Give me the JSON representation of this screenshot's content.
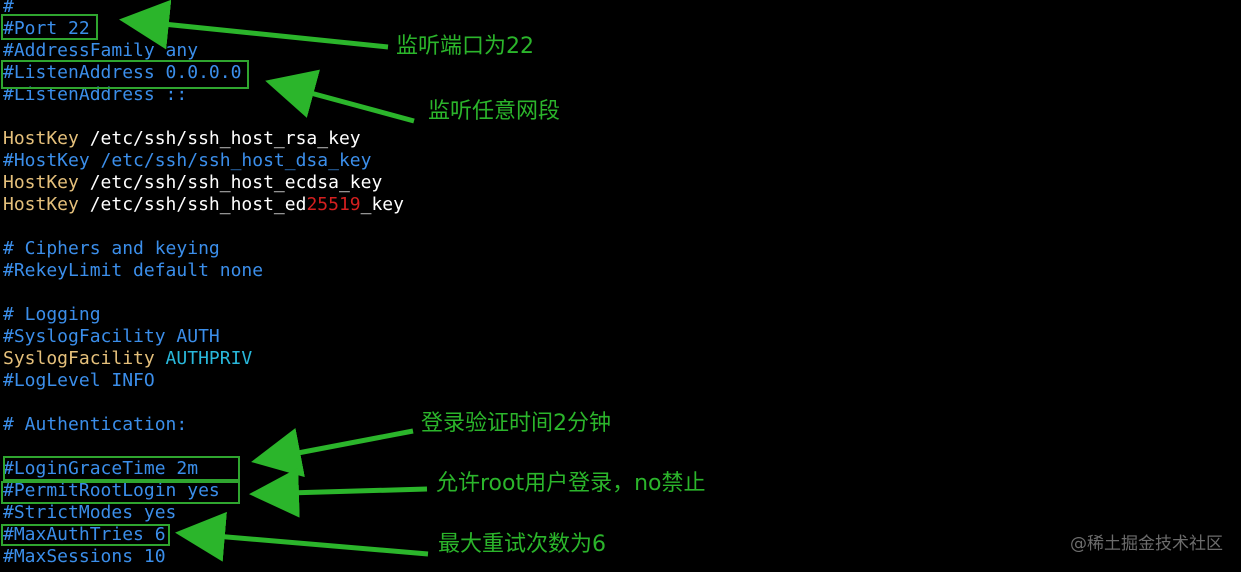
{
  "lines": [
    {
      "text": "#",
      "kind": "comment"
    },
    {
      "text": "#Port 22",
      "kind": "comment"
    },
    {
      "text": "#AddressFamily any",
      "kind": "comment"
    },
    {
      "text": "#ListenAddress 0.0.0.0",
      "kind": "comment"
    },
    {
      "text": "#ListenAddress ::",
      "kind": "comment"
    },
    {
      "text": "",
      "kind": "blank"
    },
    {
      "key": "HostKey",
      "value": " /etc/ssh/ssh_host_rsa_key",
      "kind": "directive"
    },
    {
      "text": "#HostKey /etc/ssh/ssh_host_dsa_key",
      "kind": "comment"
    },
    {
      "key": "HostKey",
      "value": " /etc/ssh/ssh_host_ecdsa_key",
      "kind": "directive"
    },
    {
      "key": "HostKey",
      "value": " /etc/ssh/ssh_host_ed",
      "num": "25519",
      "value_tail": "_key",
      "kind": "directive_num"
    },
    {
      "text": "",
      "kind": "blank"
    },
    {
      "text": "# Ciphers and keying",
      "kind": "comment"
    },
    {
      "text": "#RekeyLimit default none",
      "kind": "comment"
    },
    {
      "text": "",
      "kind": "blank"
    },
    {
      "text": "# Logging",
      "kind": "comment"
    },
    {
      "text": "#SyslogFacility AUTH",
      "kind": "comment"
    },
    {
      "key": "SyslogFacility",
      "value": " AUTHPRIV",
      "kind": "directive_auth"
    },
    {
      "text": "#LogLevel INFO",
      "kind": "comment"
    },
    {
      "text": "",
      "kind": "blank"
    },
    {
      "text": "# Authentication:",
      "kind": "comment"
    },
    {
      "text": "",
      "kind": "blank"
    },
    {
      "text": "#LoginGraceTime 2m",
      "kind": "comment"
    },
    {
      "text": "#PermitRootLogin yes",
      "kind": "comment"
    },
    {
      "text": "#StrictModes yes",
      "kind": "comment"
    },
    {
      "text": "#MaxAuthTries 6",
      "kind": "comment"
    },
    {
      "text": "#MaxSessions 10",
      "kind": "comment"
    }
  ],
  "annotations": [
    {
      "label": "监听端口为22"
    },
    {
      "label": "监听任意网段"
    },
    {
      "label": "登录验证时间2分钟"
    },
    {
      "label": "允许root用户登录，no禁止"
    },
    {
      "label": "最大重试次数为6"
    }
  ],
  "watermark": "@稀土掘金技术社区",
  "colors": {
    "comment": "#3b8eea",
    "key": "#e5c07b",
    "value": "#ffffff",
    "number": "#d41f1f",
    "annotation": "#2bb52b",
    "background": "#000000"
  }
}
